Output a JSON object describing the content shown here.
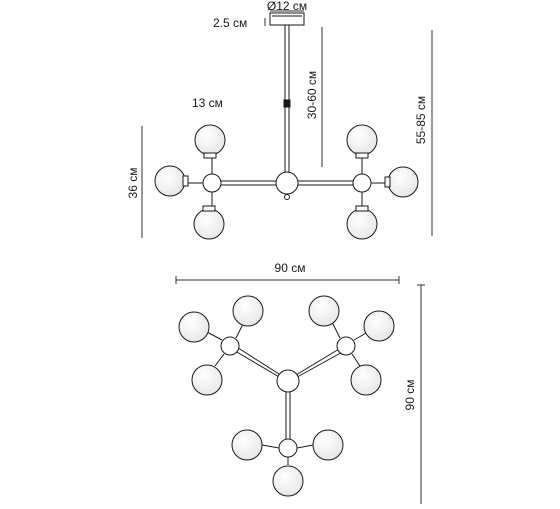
{
  "dimensions": {
    "canopy_diameter": "Ø12 см",
    "canopy_height": "2.5 см",
    "rod_length": "30-60 см",
    "total_height": "55-85 см",
    "globe_diameter": "13 см",
    "fixture_height": "36 см",
    "top_width": "90 см",
    "top_depth": "90 см"
  },
  "colors": {
    "line": "#1a1a1a",
    "globe_fill": "#ffffff",
    "globe_shade": "#d9d9d9",
    "dim_line": "#333333"
  }
}
